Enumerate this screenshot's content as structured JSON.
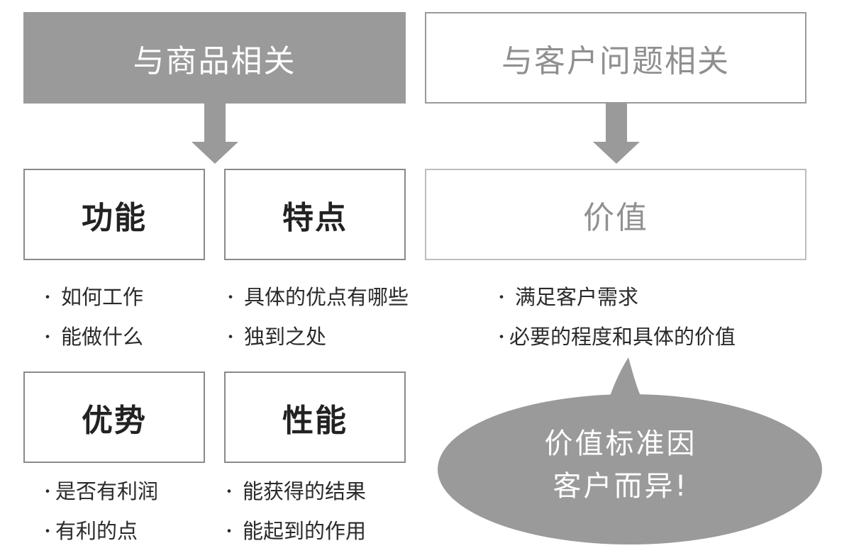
{
  "header": {
    "left_title": "与商品相关",
    "right_title": "与客户问题相关"
  },
  "categories": {
    "function": {
      "label": "功能",
      "items": [
        "如何工作",
        "能做什么"
      ]
    },
    "feature": {
      "label": "特点",
      "items": [
        "具体的优点有哪些",
        "独到之处"
      ]
    },
    "advantage": {
      "label": "优势",
      "items": [
        "是否有利润",
        "有利的点"
      ]
    },
    "performance": {
      "label": "性能",
      "items": [
        "能获得的结果",
        "能起到的作用"
      ]
    },
    "value": {
      "label": "价值",
      "items": [
        "满足客户需求",
        "必要的程度和具体的价值"
      ]
    }
  },
  "bullet_symbol": "・",
  "callout": {
    "line1": "价值标准因",
    "line2": "客户而异!"
  },
  "colors": {
    "filled_gray": "#9a9a9a",
    "arrow_gray": "#9a9a9a",
    "outline_gray": "#8a8a8a",
    "light_outline": "#bdbdbd",
    "text_dark": "#222222",
    "text_light": "#909090"
  }
}
